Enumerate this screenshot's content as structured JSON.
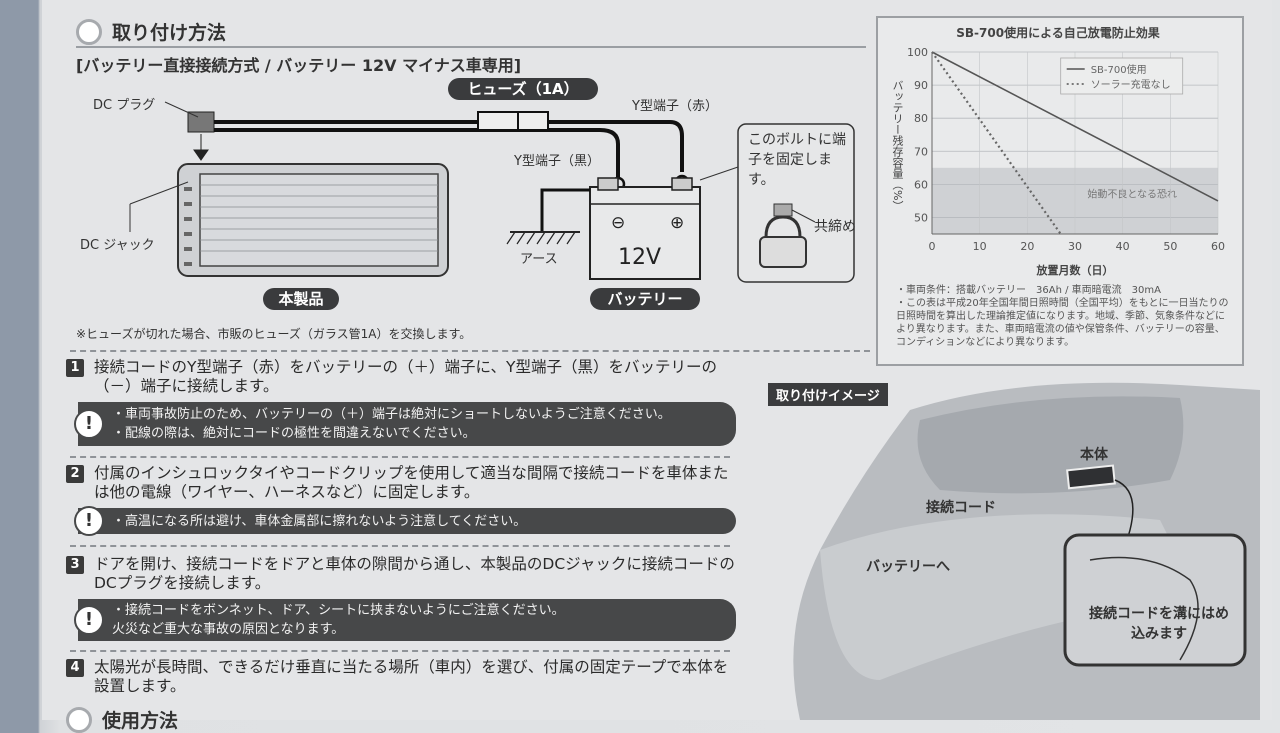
{
  "section_title": "取り付け方法",
  "next_section_title": "使用方法",
  "method_title": "[バッテリー直接接続方式 / バッテリー 12V マイナス車専用]",
  "diagram": {
    "fuse_label": "ヒューズ（1A）",
    "dc_plug": "DC プラグ",
    "dc_jack": "DC ジャック",
    "y_red": "Y型端子（赤）",
    "y_black": "Y型端子（黒）",
    "bolt_note": "このボルトに端子を固定します。",
    "crimp": "共締め",
    "earth": "アース",
    "battery_voltage": "12V",
    "product_label": "本製品",
    "battery_label": "バッテリー",
    "minus": "⊖",
    "plus": "⊕"
  },
  "fuse_note": "※ヒューズが切れた場合、市販のヒューズ（ガラス管1A）を交換します。",
  "steps": [
    {
      "number": "1",
      "text": "接続コードのY型端子（赤）をバッテリーの（＋）端子に、Y型端子（黒）をバッテリーの（－）端子に接続します。",
      "warnings": [
        "・車両事故防止のため、バッテリーの（＋）端子は絶対にショートしないようご注意ください。",
        "・配線の際は、絶対にコードの極性を間違えないでください。"
      ]
    },
    {
      "number": "2",
      "text": "付属のインシュロックタイやコードクリップを使用して適当な間隔で接続コードを車体または他の電線（ワイヤー、ハーネスなど）に固定します。",
      "warnings": [
        "・高温になる所は避け、車体金属部に擦れないよう注意してください。"
      ]
    },
    {
      "number": "3",
      "text": "ドアを開け、接続コードをドアと車体の隙間から通し、本製品のDCジャックに接続コードのDCプラグを接続します。",
      "warnings": [
        "・接続コードをボンネット、ドア、シートに挟まないようにご注意ください。",
        "火災など重大な事故の原因となります。"
      ]
    },
    {
      "number": "4",
      "text": "太陽光が長時間、できるだけ垂直に当たる場所（車内）を選び、付属の固定テープで本体を設置します。",
      "warnings": []
    }
  ],
  "chart_data": {
    "type": "line",
    "title": "SB-700使用による自己放電防止効果",
    "xlabel": "放置月数（日）",
    "ylabel": "バッテリー残存容量（%）",
    "x": [
      0,
      10,
      20,
      30,
      40,
      50,
      60
    ],
    "xlim": [
      0,
      60
    ],
    "ylim": [
      45,
      100
    ],
    "yticks": [
      50,
      60,
      70,
      80,
      90,
      100
    ],
    "series": [
      {
        "name": "SB-700使用",
        "style": "solid",
        "x": [
          0,
          60
        ],
        "y": [
          100,
          55
        ]
      },
      {
        "name": "ソーラー充電なし",
        "style": "dotted",
        "x": [
          0,
          27
        ],
        "y": [
          100,
          45
        ]
      }
    ],
    "shaded_region": {
      "y_range": [
        45,
        65
      ],
      "label": "始動不良となる恐れ"
    },
    "legend_position": "top-right"
  },
  "chart_notes": [
    "・車両条件：搭載バッテリー　36Ah / 車両暗電流　30mA",
    "・この表は平成20年全国年間日照時間（全国平均）をもとに一日当たりの日照時間を算出した理論推定値になります。地域、季節、気象条件などにより異なります。また、車両暗電流の値や保管条件、バッテリーの容量、コンディションなどにより異なります。"
  ],
  "install_image": {
    "title": "取り付けイメージ",
    "unit": "本体",
    "cord": "接続コード",
    "to_battery": "バッテリーへ",
    "groove_note": "接続コードを溝にはめ込みます"
  },
  "colors": {
    "dark_pill": "#3a3b3d",
    "warning_band": "#474849",
    "paper": "#e4e5e7",
    "shade": "#cfd1d4"
  }
}
